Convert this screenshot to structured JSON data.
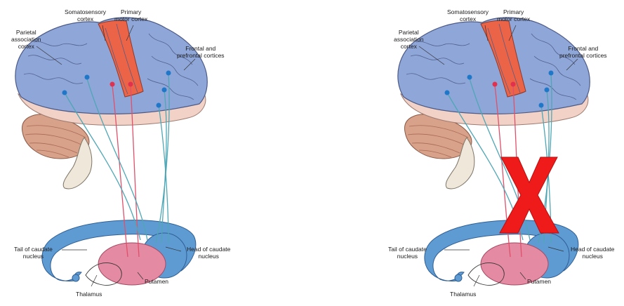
{
  "colors": {
    "cortex_blue": "#8fa6d8",
    "motor_red": "#ec6448",
    "pathway_red": "#e0506a",
    "pathway_teal": "#4fa7b6",
    "caudate_blue": "#5f9bd3",
    "putamen_pink": "#e58aa3",
    "cross_red": "#ef1b1b",
    "neuron_blue": "#1f77c9",
    "neuron_red": "#e2314f"
  },
  "panels": [
    {
      "labels": {
        "somatosensory": [
          "Somatosensory",
          "cortex"
        ],
        "primary_motor": [
          "Primary",
          "motor cortex"
        ],
        "parietal": [
          "Parietal",
          "association",
          "cortex"
        ],
        "frontal": [
          "Frontal and",
          "prefrontal cortices"
        ],
        "tail_caudate": [
          "Tail of caudate",
          "nucleus"
        ],
        "head_caudate": [
          "Head of caudate",
          "nucleus"
        ],
        "thalamus": [
          "Thalamus"
        ],
        "putamen": [
          "Putamen"
        ]
      }
    },
    {
      "labels": {
        "somatosensory": [
          "Somatosensory",
          "cortex"
        ],
        "primary_motor": [
          "Primary",
          "motor cortex"
        ],
        "parietal": [
          "Parietal",
          "association",
          "cortex"
        ],
        "frontal": [
          "Frontal and",
          "prefrontal cortices"
        ],
        "tail_caudate": [
          "Tail of caudate",
          "nucleus"
        ],
        "head_caudate": [
          "Head of caudate",
          "nucleus"
        ],
        "thalamus": [
          "Thalamus"
        ],
        "putamen": [
          "Putamen"
        ]
      },
      "crossed_out": true
    }
  ]
}
